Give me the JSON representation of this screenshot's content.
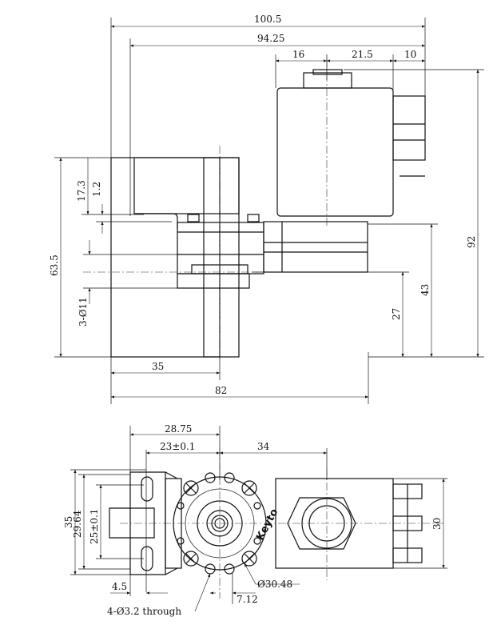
{
  "side_view": {
    "d_overall_width": "100.5",
    "d_mount_to_end": "94.25",
    "d_coil_left": "16",
    "d_coil_right": "21.5",
    "d_connector": "10",
    "d_total_height": "92",
    "d_body_height": "63.5",
    "d_bracket_top": "17.3",
    "d_bracket_thickness": "1.2",
    "d_hole": "3-Ø11",
    "d_port_center": "43",
    "d_port_height": "27",
    "d_to_center": "35",
    "d_overall_depth": "82"
  },
  "top_view": {
    "d_flange": "28.75",
    "d_hole_spacing_x": "23±0.1",
    "d_to_coil_center": "34",
    "d_height_35": "35",
    "d_height_2964": "29.64",
    "d_slot_spacing": "25±0.1",
    "d_coil_width": "30",
    "d_slot_offset": "4.5",
    "d_hole_offset": "7.12",
    "d_flange_dia": "Ø30.48",
    "note_holes": "4-Ø3.2 through",
    "brand": "Keyto"
  }
}
